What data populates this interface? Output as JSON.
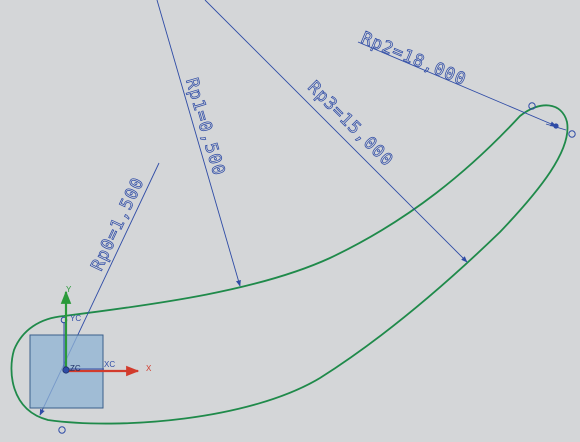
{
  "colors": {
    "background": "#d4d6d8",
    "curve": "#1f8a4a",
    "dimension": "#2f4ca6",
    "x_axis": "#d23b2c",
    "y_axis": "#2a9a3a",
    "csys_square_fill": "#8fb3d4",
    "csys_square_stroke": "#3a5f8a"
  },
  "dimensions": [
    {
      "id": "rp0",
      "label": "Rp0=1,500"
    },
    {
      "id": "rp1",
      "label": "Rp1=0,500"
    },
    {
      "id": "rp2",
      "label": "Rp2=18,000"
    },
    {
      "id": "rp3",
      "label": "Rp3=15,000"
    }
  ],
  "csys": {
    "x_label": "X",
    "xc_label": "XC",
    "y_label": "Y",
    "yc_label": "YC",
    "zc_label": "ZC"
  },
  "icons": {
    "x_axis": "x-axis-arrow-icon",
    "y_axis": "y-axis-arrow-icon",
    "origin": "csys-origin-icon"
  }
}
